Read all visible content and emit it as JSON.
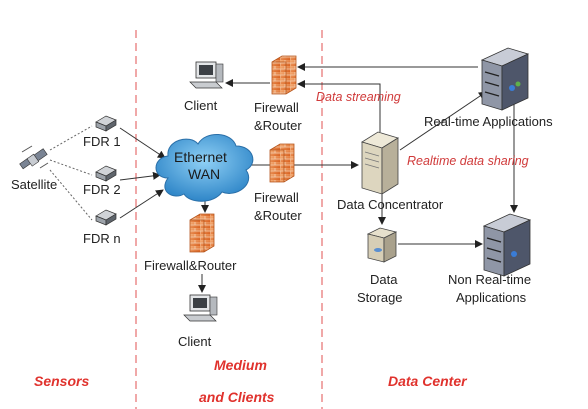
{
  "zones": {
    "sensors": "Sensors",
    "medium_line1": "Medium",
    "medium_line2": "and Clients",
    "datacenter": "Data Center"
  },
  "nodes": {
    "satellite": "Satellite",
    "fdr1": "FDR 1",
    "fdr2": "FDR 2",
    "fdrn": "FDR n",
    "wan_line1": "Ethernet",
    "wan_line2": "WAN",
    "client_top": "Client",
    "client_bottom": "Client",
    "fw_top_line1": "Firewall",
    "fw_top_line2": "&Router",
    "fw_mid_line1": "Firewall",
    "fw_mid_line2": "&Router",
    "fw_bottom": "Firewall&Router",
    "concentrator": "Data Concentrator",
    "storage_line1": "Data",
    "storage_line2": "Storage",
    "realtime": "Real-time Applications",
    "nonrealtime_line1": "Non Real-time",
    "nonrealtime_line2": "Applications"
  },
  "flows": {
    "streaming": "Data streaming",
    "sharing": "Realtime data sharing"
  },
  "colors": {
    "accent_red": "#e0322d",
    "cloud_blue": "#4aa0d8",
    "firewall_orange": "#e8823a"
  }
}
